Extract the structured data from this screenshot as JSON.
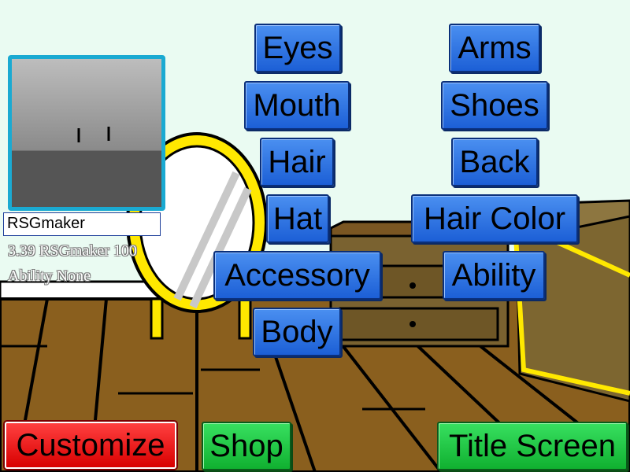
{
  "character": {
    "name": "RSGmaker"
  },
  "stats": {
    "line1": "3.39 RSGmaker 100",
    "line2": "Ability None"
  },
  "parts_left": [
    "Eyes",
    "Mouth",
    "Hair",
    "Hat",
    "Accessory",
    "Body"
  ],
  "parts_right": [
    "Arms",
    "Shoes",
    "Back",
    "Hair Color",
    "Ability"
  ],
  "nav": {
    "customize": "Customize",
    "shop": "Shop",
    "title_screen": "Title Screen"
  },
  "colors": {
    "part_button": "#2a74e4",
    "customize_button": "#f21010",
    "nav_button": "#1ec840",
    "preview_border": "#1aaad2",
    "background": "#eafbf2",
    "floor": "#8a5f1e",
    "mirror_frame": "#ffe800"
  }
}
